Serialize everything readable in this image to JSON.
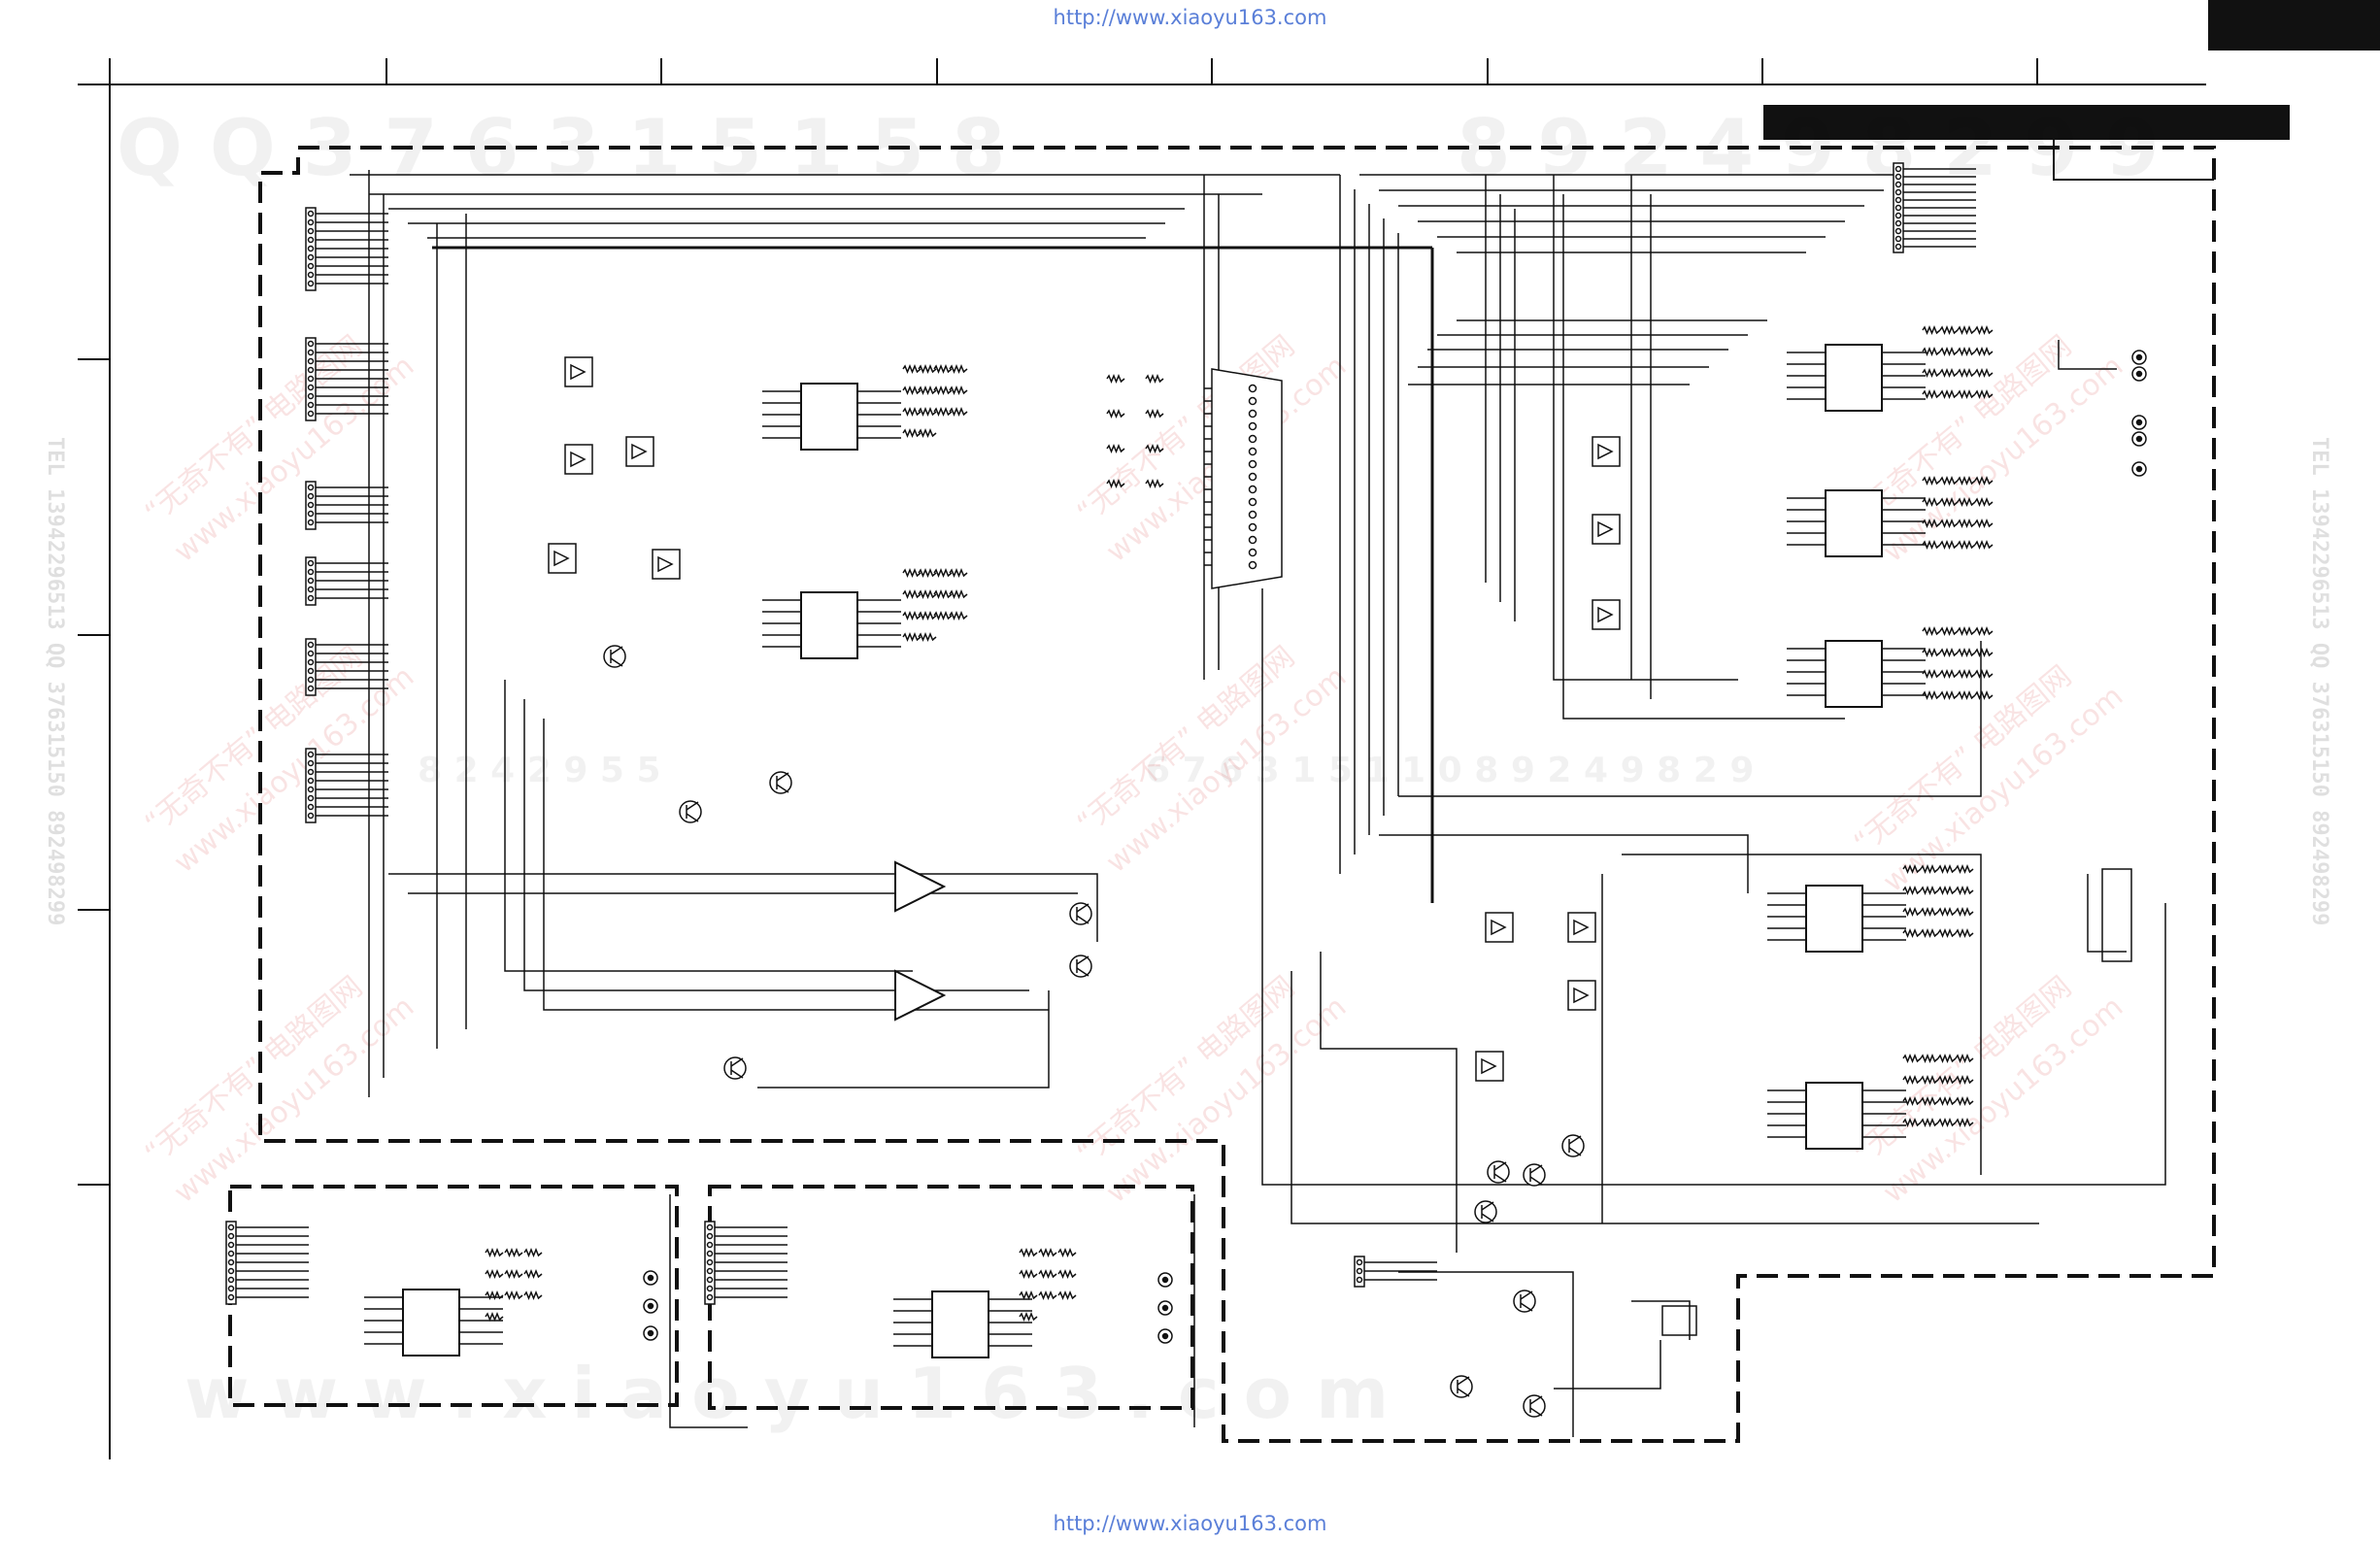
{
  "page": {
    "url_top": "http://www.xiaoyu163.com",
    "url_bottom": "http://www.xiaoyu163.com"
  },
  "watermarks": {
    "phone_top_left": "Q Q 3 7 6 3 1 5 1 5 8",
    "phone_top_right": "8 9 2 4 9 8 2 9 9",
    "mid_digits_left": "8 2 4 2 9 5 5",
    "mid_digits_right": "6 7 6 3 1 5 1 1 0   8 9 2 4 9 8 2 9",
    "bottom_url": "w w w . x i a o y u 1 6 3 . c o m",
    "stamp_cn": "“无奇不有” 电路图网",
    "stamp_url": "www.xiaoyu163.com",
    "side_left": "TEL 13942296513 QQ 376315150 892498299",
    "side_right": "TEL 13942296513 QQ 376315150 892498299"
  },
  "colors": {
    "line": "#111111",
    "url_blue": "#5a7fd8",
    "stamp_red": "#d23030"
  }
}
